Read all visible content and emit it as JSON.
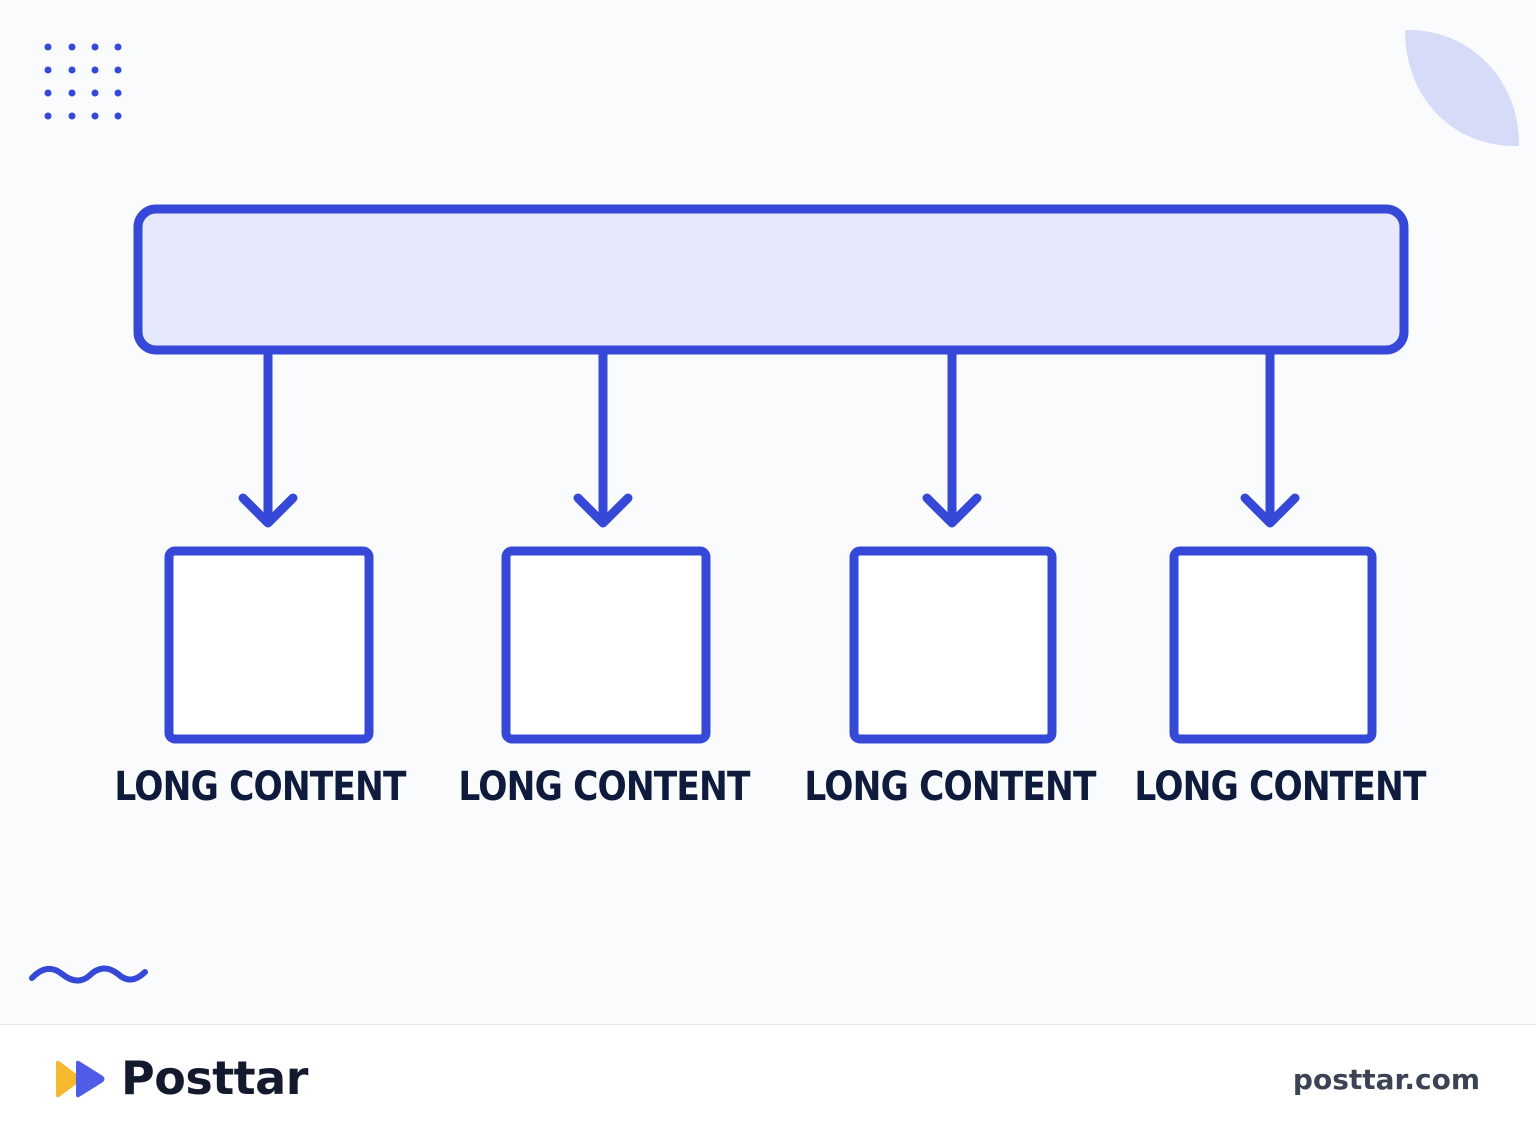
{
  "colors": {
    "accent": "#3548d8",
    "bar_fill": "#e6e9fb",
    "box_fill": "#ffffff",
    "decor": "#d6dbf8",
    "text": "#0f1b3d",
    "logo_yellow": "#f5b82e",
    "logo_blue": "#4f5ce8"
  },
  "diagram": {
    "children": [
      {
        "label": "LONG CONTENT"
      },
      {
        "label": "LONG CONTENT"
      },
      {
        "label": "LONG CONTENT"
      },
      {
        "label": "LONG CONTENT"
      }
    ]
  },
  "footer": {
    "brand": "Posttar",
    "url": "posttar.com"
  },
  "icons": {
    "logo": "play-arrows-icon",
    "dots": "dot-grid-decoration",
    "wave": "wave-decoration",
    "leaf": "leaf-decoration"
  }
}
